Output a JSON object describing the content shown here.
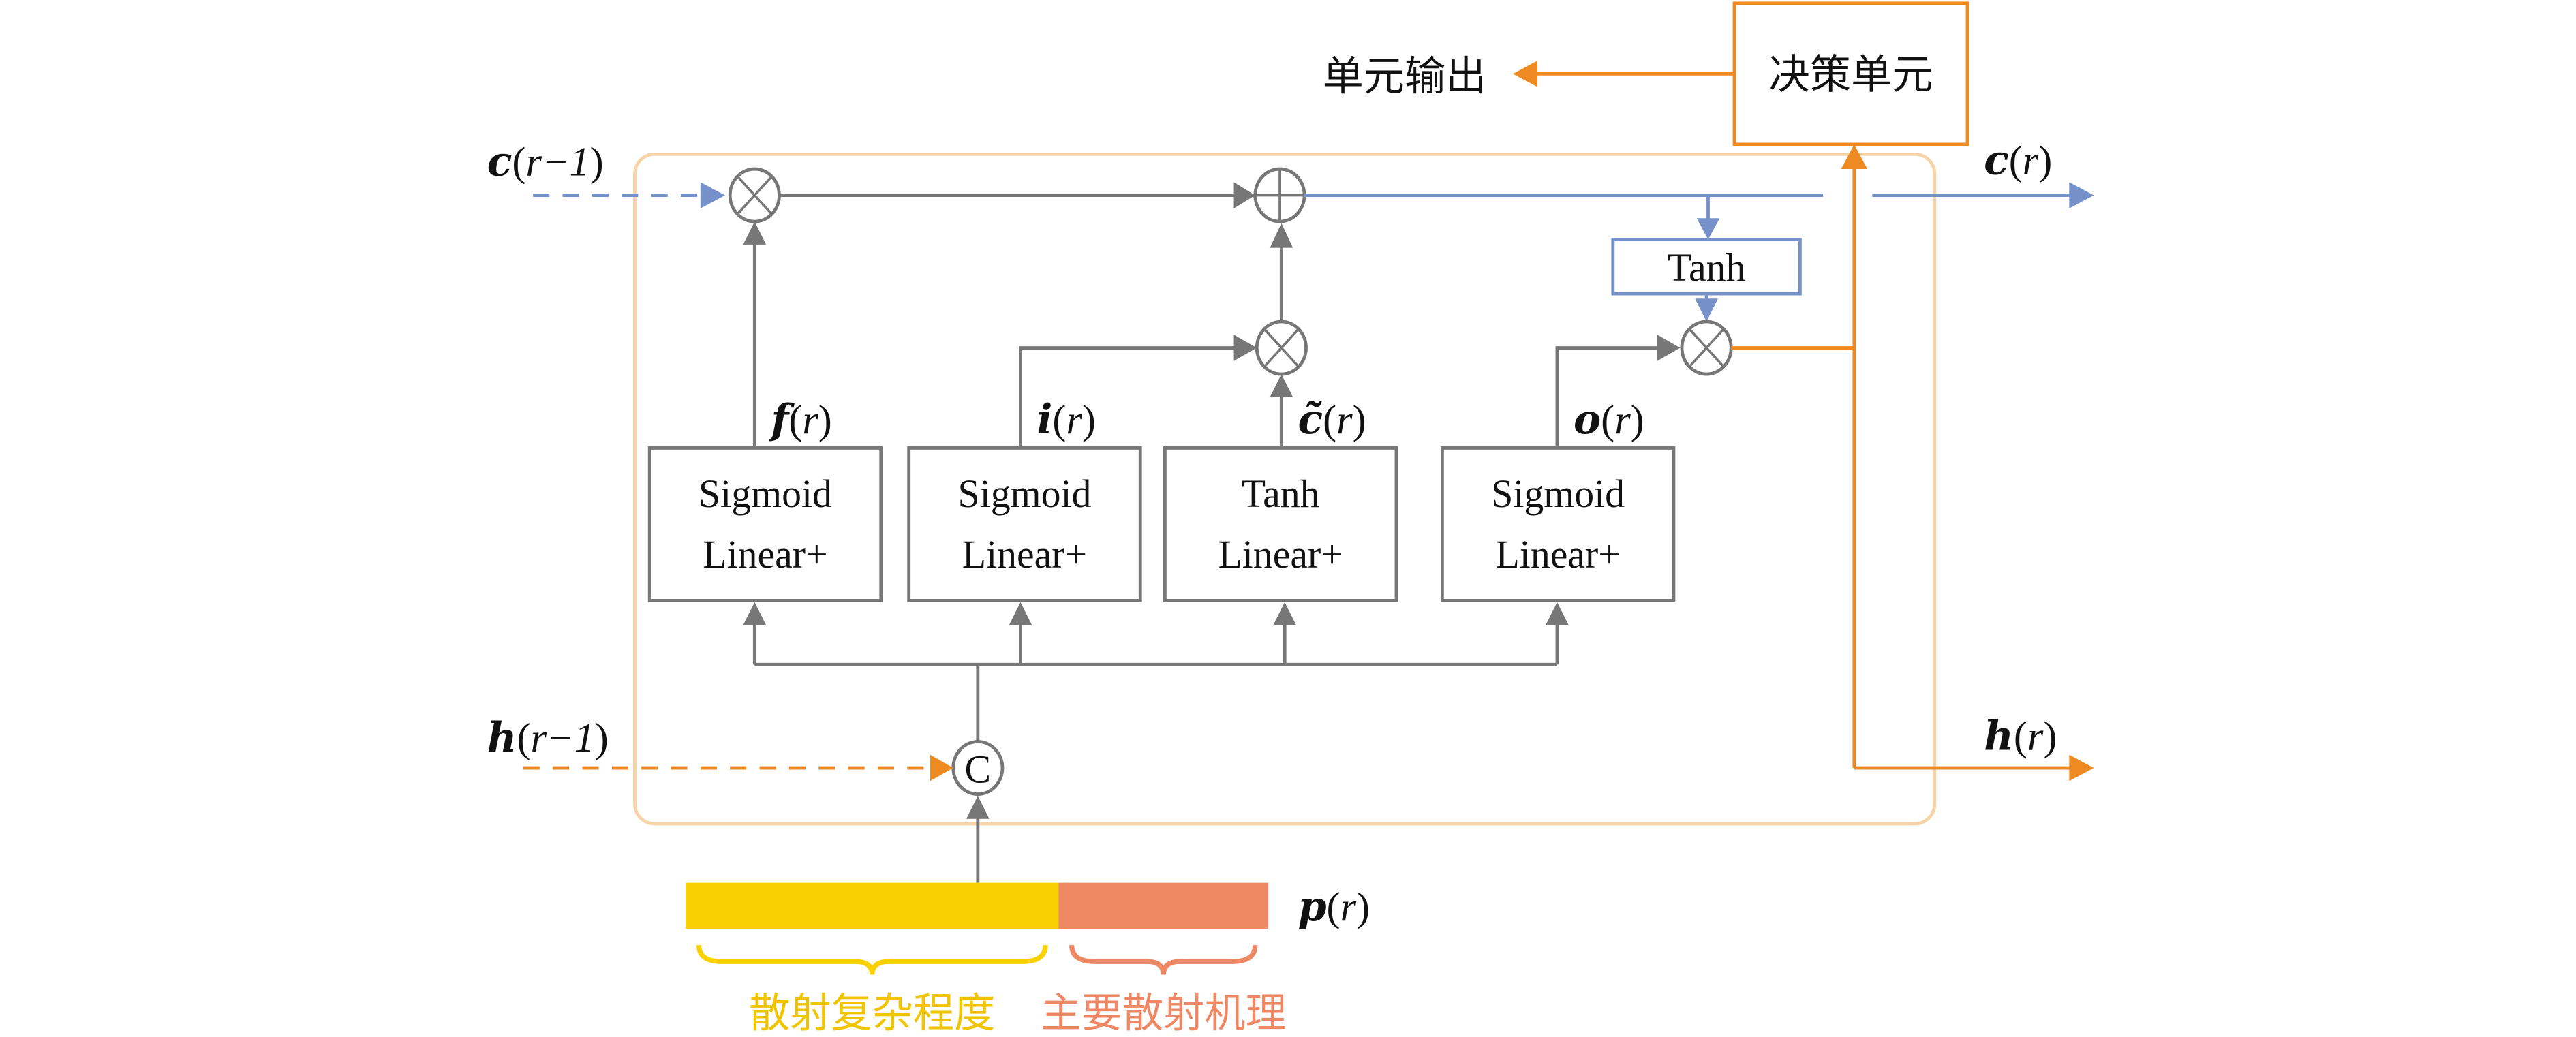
{
  "colors": {
    "gray": "#777777",
    "blue": "#7690c9",
    "orange": "#ee8a22",
    "frame": "#f7d3a8",
    "yellow": "#fad000",
    "salmon": "#ee8764",
    "text": "#111111"
  },
  "decision_unit": {
    "label": "决策单元"
  },
  "unit_output": {
    "label": "单元输出"
  },
  "inputs": {
    "c_prev": {
      "sym": "c",
      "arg": "r−1"
    },
    "h_prev": {
      "sym": "h",
      "arg": "r−1"
    }
  },
  "outputs": {
    "c_curr": {
      "sym": "c",
      "arg": "r"
    },
    "h_curr": {
      "sym": "h",
      "arg": "r"
    }
  },
  "gates": [
    {
      "id": "forget",
      "activation": "Sigmoid",
      "layer": "Linear+",
      "signal_sym": "f",
      "signal_arg": "r"
    },
    {
      "id": "input",
      "activation": "Sigmoid",
      "layer": "Linear+",
      "signal_sym": "i",
      "signal_arg": "r"
    },
    {
      "id": "candidate",
      "activation": "Tanh",
      "layer": "Linear+",
      "signal_sym": "c̃",
      "signal_arg": "r"
    },
    {
      "id": "output",
      "activation": "Sigmoid",
      "layer": "Linear+",
      "signal_sym": "o",
      "signal_arg": "r"
    }
  ],
  "cell_tanh": {
    "label": "Tanh"
  },
  "operators": {
    "multiply": "⊗",
    "add": "⊕",
    "concat": "C"
  },
  "feature_vector": {
    "sym": "p",
    "arg": "r",
    "segments": [
      {
        "label": "散射复杂程度",
        "fraction": 0.64
      },
      {
        "label": "主要散射机理",
        "fraction": 0.36
      }
    ]
  }
}
